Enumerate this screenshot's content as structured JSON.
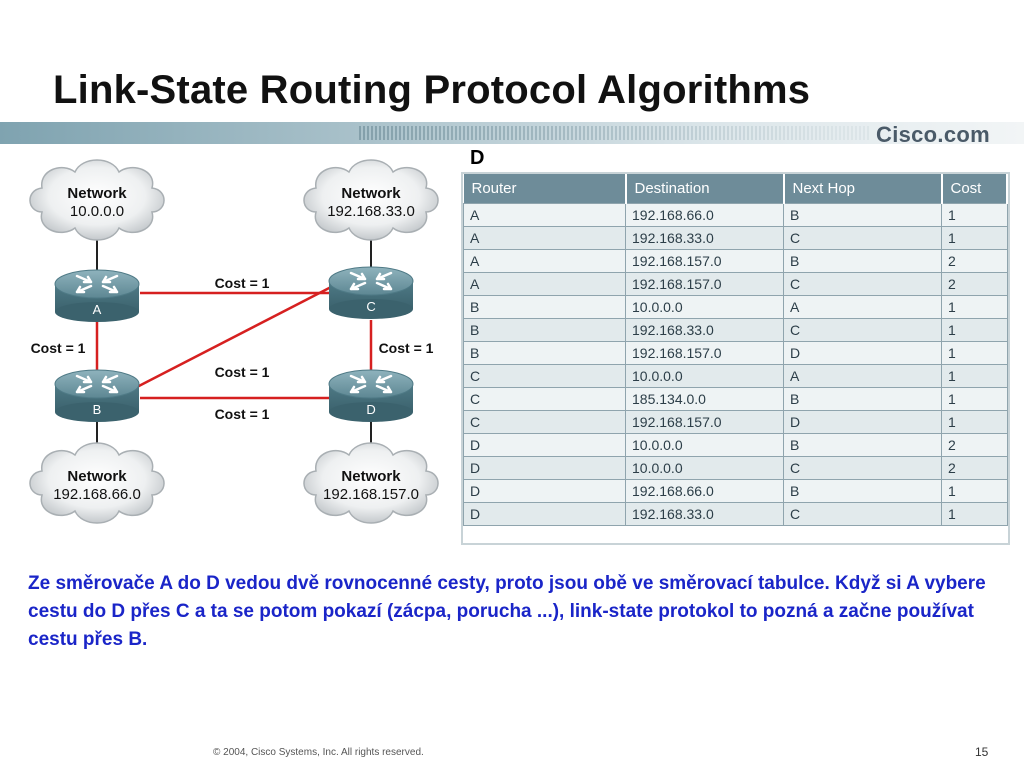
{
  "title": "Link-State Routing Protocol Algorithms",
  "brand": "Cisco.com",
  "diagram": {
    "clouds": [
      {
        "label": "Network",
        "address": "10.0.0.0"
      },
      {
        "label": "Network",
        "address": "192.168.33.0"
      },
      {
        "label": "Network",
        "address": "192.168.66.0"
      },
      {
        "label": "Network",
        "address": "192.168.157.0"
      }
    ],
    "routers": [
      "A",
      "C",
      "B",
      "D"
    ],
    "costs": {
      "a_c": "Cost = 1",
      "a_b": "Cost = 1",
      "c_d": "Cost = 1",
      "b_c": "Cost = 1",
      "b_d": "Cost = 1"
    }
  },
  "table": {
    "label": "D",
    "headers": [
      "Router",
      "Destination",
      "Next Hop",
      "Cost"
    ],
    "rows": [
      [
        "A",
        "192.168.66.0",
        "B",
        "1"
      ],
      [
        "A",
        "192.168.33.0",
        "C",
        "1"
      ],
      [
        "A",
        "192.168.157.0",
        "B",
        "2"
      ],
      [
        "A",
        "192.168.157.0",
        "C",
        "2"
      ],
      [
        "B",
        "10.0.0.0",
        "A",
        "1"
      ],
      [
        "B",
        "192.168.33.0",
        "C",
        "1"
      ],
      [
        "B",
        "192.168.157.0",
        "D",
        "1"
      ],
      [
        "C",
        "10.0.0.0",
        "A",
        "1"
      ],
      [
        "C",
        "185.134.0.0",
        "B",
        "1"
      ],
      [
        "C",
        "192.168.157.0",
        "D",
        "1"
      ],
      [
        "D",
        "10.0.0.0",
        "B",
        "2"
      ],
      [
        "D",
        "10.0.0.0",
        "C",
        "2"
      ],
      [
        "D",
        "192.168.66.0",
        "B",
        "1"
      ],
      [
        "D",
        "192.168.33.0",
        "C",
        "1"
      ]
    ]
  },
  "description": "Ze směrovače A do D vedou dvě rovnocenné cesty, proto jsou obě ve směrovací tabulce. Když si A vybere cestu do D přes C a ta se potom pokazí (zácpa, porucha ...), link-state protokol to pozná a začne používat cestu přes B.",
  "footer": "© 2004, Cisco Systems, Inc. All rights reserved.",
  "page_number": "15",
  "colors": {
    "link": "#d62020",
    "router": "#5f8a96",
    "description_text": "#1a25c8",
    "table_header": "#6e8c99"
  }
}
